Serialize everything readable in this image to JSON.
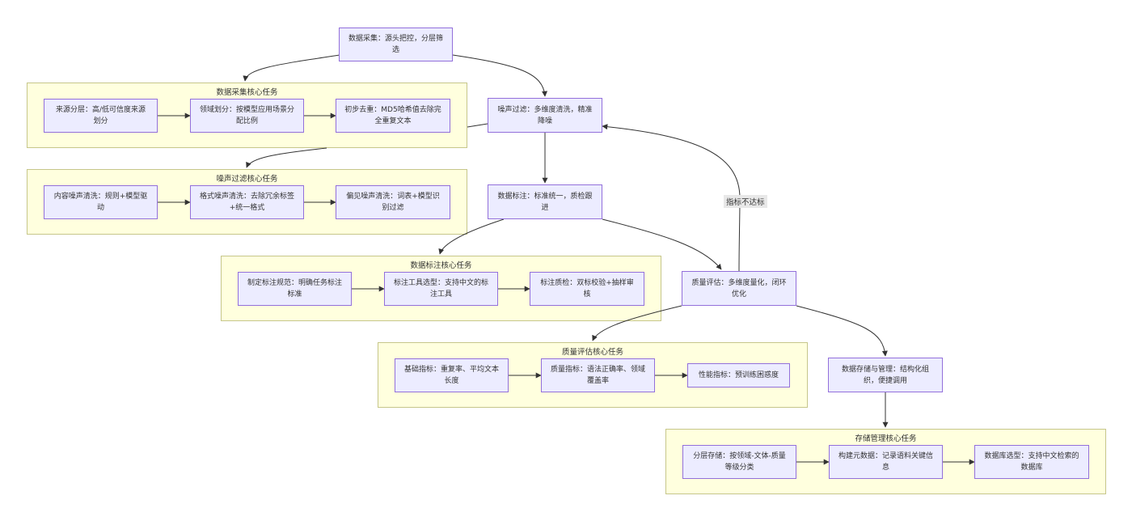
{
  "nodes": {
    "collect": "数据采集：源头把控，分层筛选",
    "noise": "噪声过滤：多维度清洗，精准降噪",
    "label": "数据标注：标准统一，质检跟进",
    "quality": "质量评估：多维度量化，闭环优化",
    "storage": "数据存储与管理：结构化组织，便捷调用"
  },
  "clusters": {
    "collect": {
      "title": "数据采集核心任务",
      "items": [
        "来源分层：高/低可信度来源划分",
        "领域划分：按模型应用场景分配比例",
        "初步去重：MD5哈希值去除完全重复文本"
      ]
    },
    "noise": {
      "title": "噪声过滤核心任务",
      "items": [
        "内容噪声清洗：规则+模型驱动",
        "格式噪声清洗：去除冗余标签+统一格式",
        "偏见噪声清洗：词表+模型识别过滤"
      ]
    },
    "label": {
      "title": "数据标注核心任务",
      "items": [
        "制定标注规范：明确任务标注标准",
        "标注工具选型：支持中文的标注工具",
        "标注质检：双标校验+抽样审核"
      ]
    },
    "quality": {
      "title": "质量评估核心任务",
      "items": [
        "基础指标：重复率、平均文本长度",
        "质量指标：语法正确率、领域覆盖率",
        "性能指标：预训练困惑度"
      ]
    },
    "storage": {
      "title": "存储管理核心任务",
      "items": [
        "分层存储：按领域-文体-质量等级分类",
        "构建元数据：记录语料关键信息",
        "数据库选型：支持中文检索的数据库"
      ]
    }
  },
  "edge_labels": {
    "feedback": "指标不达标"
  }
}
